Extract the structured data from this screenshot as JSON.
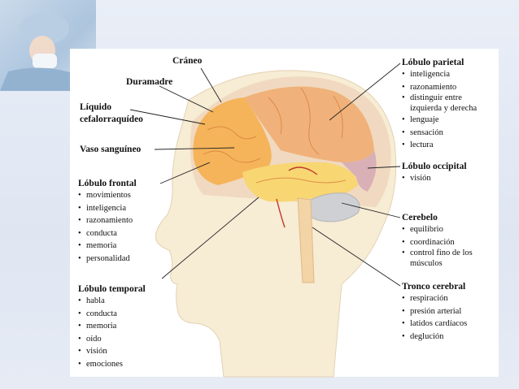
{
  "labels": {
    "craneo": "Cráneo",
    "duramadre": "Duramadre",
    "liquido": [
      "Líquido",
      "cefalorraquídeo"
    ],
    "vaso": "Vaso sanguíneo"
  },
  "frontal": {
    "title": "Lóbulo frontal",
    "items": [
      "movimientos",
      "inteligencia",
      "razonamiento",
      "conducta",
      "memoria",
      "personalidad"
    ]
  },
  "temporal": {
    "title": "Lóbulo temporal",
    "items": [
      "habla",
      "conducta",
      "memoria",
      "oído",
      "visión",
      "emociones"
    ]
  },
  "parietal": {
    "title": "Lóbulo parietal",
    "items": [
      "inteligencia",
      "razonamiento",
      "distinguir entre",
      "izquierda y derecha",
      "lenguaje",
      "sensación",
      "lectura"
    ]
  },
  "occipital": {
    "title": "Lóbulo occipital",
    "items": [
      "visión"
    ]
  },
  "cerebelo": {
    "title": "Cerebelo",
    "items": [
      "equilibrio",
      "coordinación",
      "control fino de los",
      "músculos"
    ]
  },
  "tronco": {
    "title": "Tronco cerebral",
    "items": [
      "respiración",
      "presión arterial",
      "latidos cardíacos",
      "deglución"
    ]
  }
}
